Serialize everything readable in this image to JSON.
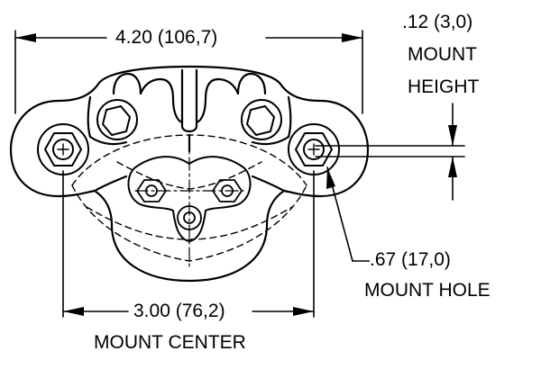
{
  "dimensions": {
    "overall_width": {
      "value": "4.20 (106,7)"
    },
    "mount_height": {
      "value": ".12 (3,0)",
      "label_1": "MOUNT",
      "label_2": "HEIGHT"
    },
    "mount_hole": {
      "value": ".67 (17,0)",
      "label": "MOUNT HOLE"
    },
    "mount_center": {
      "value": "3.00 (76,2)",
      "label": "MOUNT CENTER"
    }
  },
  "colors": {
    "line": "#000000",
    "background": "#ffffff"
  }
}
